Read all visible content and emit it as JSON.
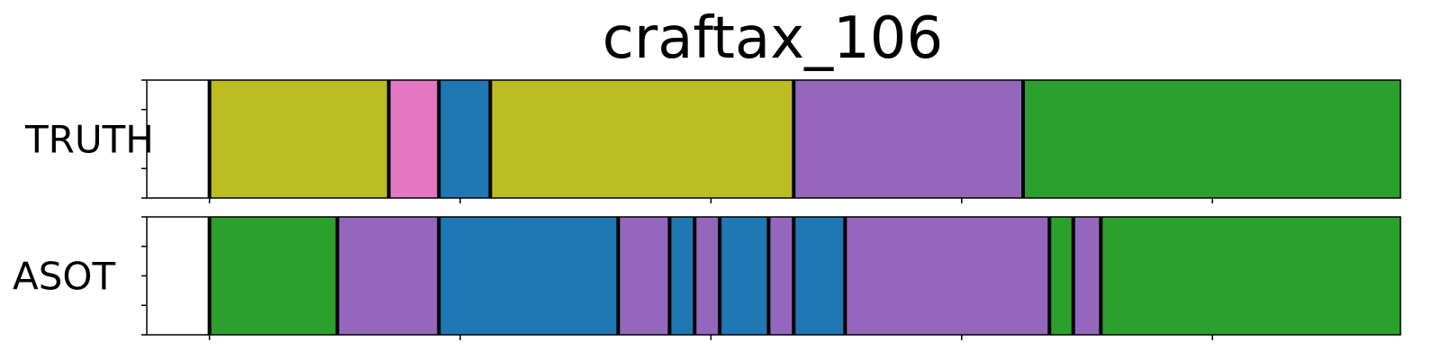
{
  "chart_data": {
    "type": "segmentation",
    "title": "craftax_106",
    "x_range": [
      0,
      100
    ],
    "ticks_x": [
      5,
      25,
      45,
      65,
      85,
      105
    ],
    "rows": [
      {
        "label": "TRUTH",
        "segments": [
          {
            "start": 5.0,
            "end": 19.3,
            "color": "#bcbd22"
          },
          {
            "start": 19.3,
            "end": 23.3,
            "color": "#e377c2"
          },
          {
            "start": 23.3,
            "end": 27.4,
            "color": "#1f77b4"
          },
          {
            "start": 27.4,
            "end": 51.6,
            "color": "#bcbd22"
          },
          {
            "start": 51.6,
            "end": 69.9,
            "color": "#9467bd"
          },
          {
            "start": 69.9,
            "end": 105.0,
            "color": "#2ca02c"
          }
        ]
      },
      {
        "label": "ASOT",
        "segments": [
          {
            "start": 5.0,
            "end": 15.2,
            "color": "#2ca02c"
          },
          {
            "start": 15.2,
            "end": 23.3,
            "color": "#9467bd"
          },
          {
            "start": 23.3,
            "end": 37.6,
            "color": "#1f77b4"
          },
          {
            "start": 37.6,
            "end": 41.7,
            "color": "#9467bd"
          },
          {
            "start": 41.7,
            "end": 43.7,
            "color": "#1f77b4"
          },
          {
            "start": 43.7,
            "end": 45.7,
            "color": "#9467bd"
          },
          {
            "start": 45.7,
            "end": 49.6,
            "color": "#1f77b4"
          },
          {
            "start": 49.6,
            "end": 51.6,
            "color": "#9467bd"
          },
          {
            "start": 51.6,
            "end": 55.7,
            "color": "#1f77b4"
          },
          {
            "start": 55.7,
            "end": 72.0,
            "color": "#9467bd"
          },
          {
            "start": 72.0,
            "end": 73.9,
            "color": "#2ca02c"
          },
          {
            "start": 73.9,
            "end": 76.1,
            "color": "#9467bd"
          },
          {
            "start": 76.1,
            "end": 105.0,
            "color": "#2ca02c"
          }
        ]
      }
    ]
  }
}
